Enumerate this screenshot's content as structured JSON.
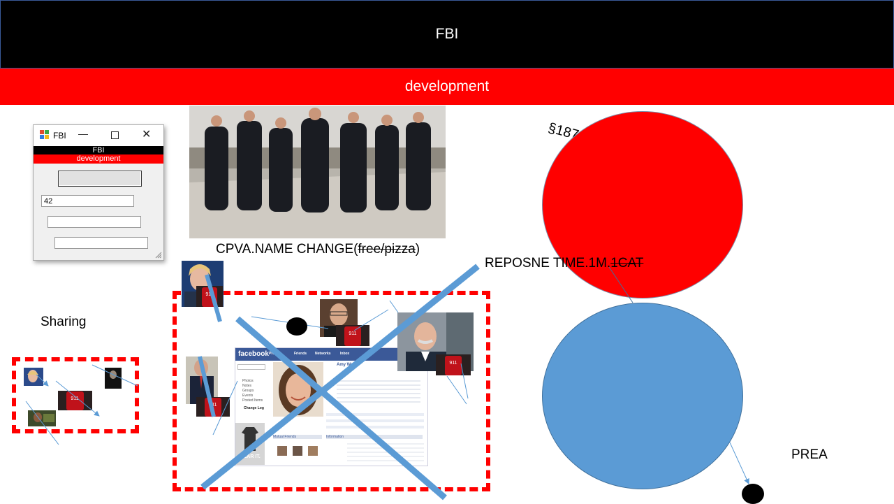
{
  "header": {
    "title": "FBI",
    "subtitle": "development"
  },
  "window": {
    "title": "FBI",
    "banner_title": "FBI",
    "banner_subtitle": "development",
    "button_label": "",
    "field1_value": "42",
    "field2_value": "",
    "field3_value": ""
  },
  "labels": {
    "cpva_main": "CPVA.NAME CHANGE(",
    "cpva_struck": "free/pizza",
    "cpva_close": ")",
    "response_main": "REPOSNE TIME.1M.",
    "response_struck": "1CAT",
    "section": "§187",
    "sharing": "Sharing",
    "prea": "PREA",
    "call_badge": "911"
  },
  "facebook": {
    "brand": "facebook",
    "nav": [
      "Profile",
      "Friends",
      "Networks",
      "Inbox"
    ],
    "profile_name": "Amy Weller",
    "sidebar_items": [
      "Photos",
      "Notes",
      "Groups",
      "Events",
      "Posted Items"
    ],
    "change_log": "Change Log",
    "section_info": "Information",
    "section_friends": "Mutual Friends",
    "ad_text": "WEAR IT."
  },
  "colors": {
    "banner_black": "#000000",
    "banner_red": "#ff0000",
    "circle_red": "#ff0000",
    "circle_blue": "#5b9bd5",
    "cross_blue": "#5b9bd5",
    "dash_red": "#ff0000"
  }
}
